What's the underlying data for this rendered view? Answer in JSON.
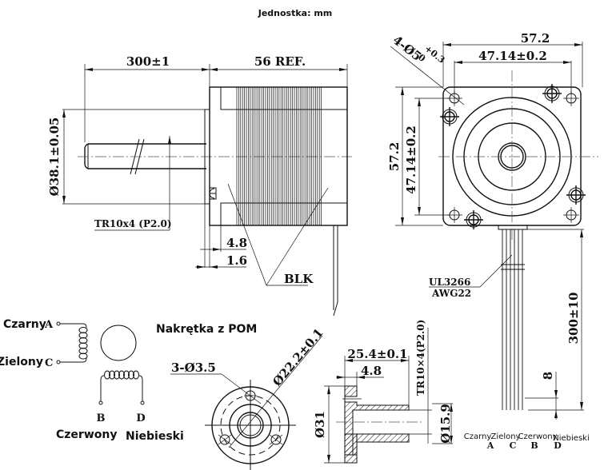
{
  "title": "Jednostka: mm",
  "side_view": {
    "shaft_length": "300±1",
    "body_length": "56 REF.",
    "diameter": "Ø38.1±0.05",
    "thread": "TR10x4 (P2.0)",
    "dim_a": "4.8",
    "dim_b": "1.6",
    "lamination_label": "BLK"
  },
  "front_view": {
    "holes": "4-Ø5",
    "hole_tol_upper": "+0.3",
    "hole_tol_lower": "0",
    "width": "57.2",
    "hole_spacing_h": "47.14±0.2",
    "height": "57.2",
    "hole_spacing_v": "47.14±0.2"
  },
  "cable": {
    "type_line1": "UL3266",
    "type_line2": "AWG22",
    "length": "300±10",
    "strip_length": "8",
    "wires": [
      {
        "color": "Czarny",
        "letter": "A"
      },
      {
        "color": "Zielony",
        "letter": "C"
      },
      {
        "color": "Czerwony",
        "letter": "B"
      },
      {
        "color": "Niebieski",
        "letter": "D"
      }
    ]
  },
  "schematic": {
    "coil1_top": {
      "color": "Czarny",
      "letter": "A"
    },
    "coil1_bottom": {
      "color": "Zielony",
      "letter": "C"
    },
    "coil2_left": {
      "color": "Czerwony",
      "letter": "B"
    },
    "coil2_right": {
      "color": "Niebieski",
      "letter": "D"
    }
  },
  "nut": {
    "title": "Nakrętka z POM",
    "holes": "3-Ø3.5",
    "pcd": "Ø22.2±0.1",
    "length": "25.4±0.1",
    "flange": "4.8",
    "outer_dia": "Ø31",
    "body_dia": "Ø15.9",
    "thread": "TR10×4(P2.0)"
  }
}
